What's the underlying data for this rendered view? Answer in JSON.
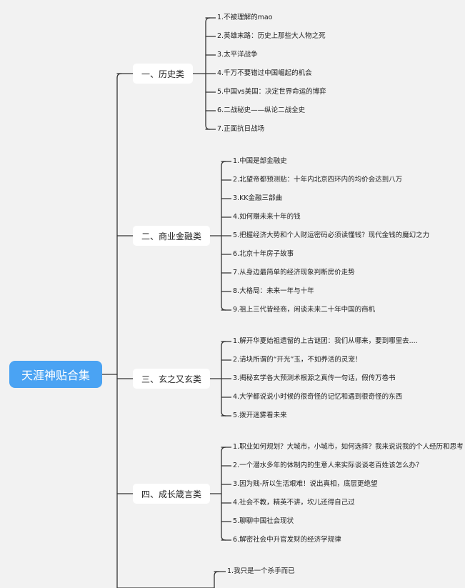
{
  "root": "天涯神贴合集",
  "categories": [
    {
      "label": "一、历史类",
      "items": [
        "1.不被理解的mao",
        "2.英雄末路：历史上那些大人物之死",
        "3.太平洋战争",
        "4.千万不要错过中国崛起的机会",
        "5.中国vs美国：决定世界命运的博弈",
        "6.二战秘史——纵论二战全史",
        "7.正面抗日战场"
      ]
    },
    {
      "label": "二、商业金融类",
      "items": [
        "1.中国是部金融史",
        "2.北望帝都预测贴：十年内北京四环内的均价会达到八万",
        "3.KK金融三部曲",
        "4.如何赚未来十年的钱",
        "5.把握经济大势和个人财运密码必须读懂钱？现代金钱的魔幻之力",
        "6.北京十年房子故事",
        "7.从身边最简单的经济现象判断房价走势",
        "8.大格局：未来一年与十年",
        "9.祖上三代皆经商，闲谈未来二十年中国的商机"
      ]
    },
    {
      "label": "三、玄之又玄类",
      "items": [
        "1.解开华夏始祖遗留的上古谜团：我们从哪来，要到哪里去....",
        "2.请块所谓的“开光”玉，不如养活的灵宠！",
        "3.揭秘玄学各大预测术根源之真传一句话，假传万卷书",
        "4.大学都说说小时候的很奇怪的记忆和遇到很奇怪的东西",
        "5.拨开迷雾看未来"
      ]
    },
    {
      "label": "四、成长箴言类",
      "items": [
        "1.职业如何规划？大城市，小城市，如何选择？我来说说我的个人经历和思考",
        "2.一个潜水多年的体制内的生意人来实际谈谈老百姓该怎么办？",
        "3.因为贱-所以生活艰难！说出真相，底层更绝望",
        "4.社会不教，精英不讲，坎儿还得自己过",
        "5.聊聊中国社会现状",
        "6.解密社会中升官发财的经济学规律"
      ]
    },
    {
      "label": "",
      "items": [
        "1.我只是一个杀手而已"
      ]
    }
  ],
  "colors": {
    "background": "#f2f2f2",
    "root_fill": "#4aa3f3",
    "category_fill": "#ffffff",
    "line": "#333333"
  }
}
